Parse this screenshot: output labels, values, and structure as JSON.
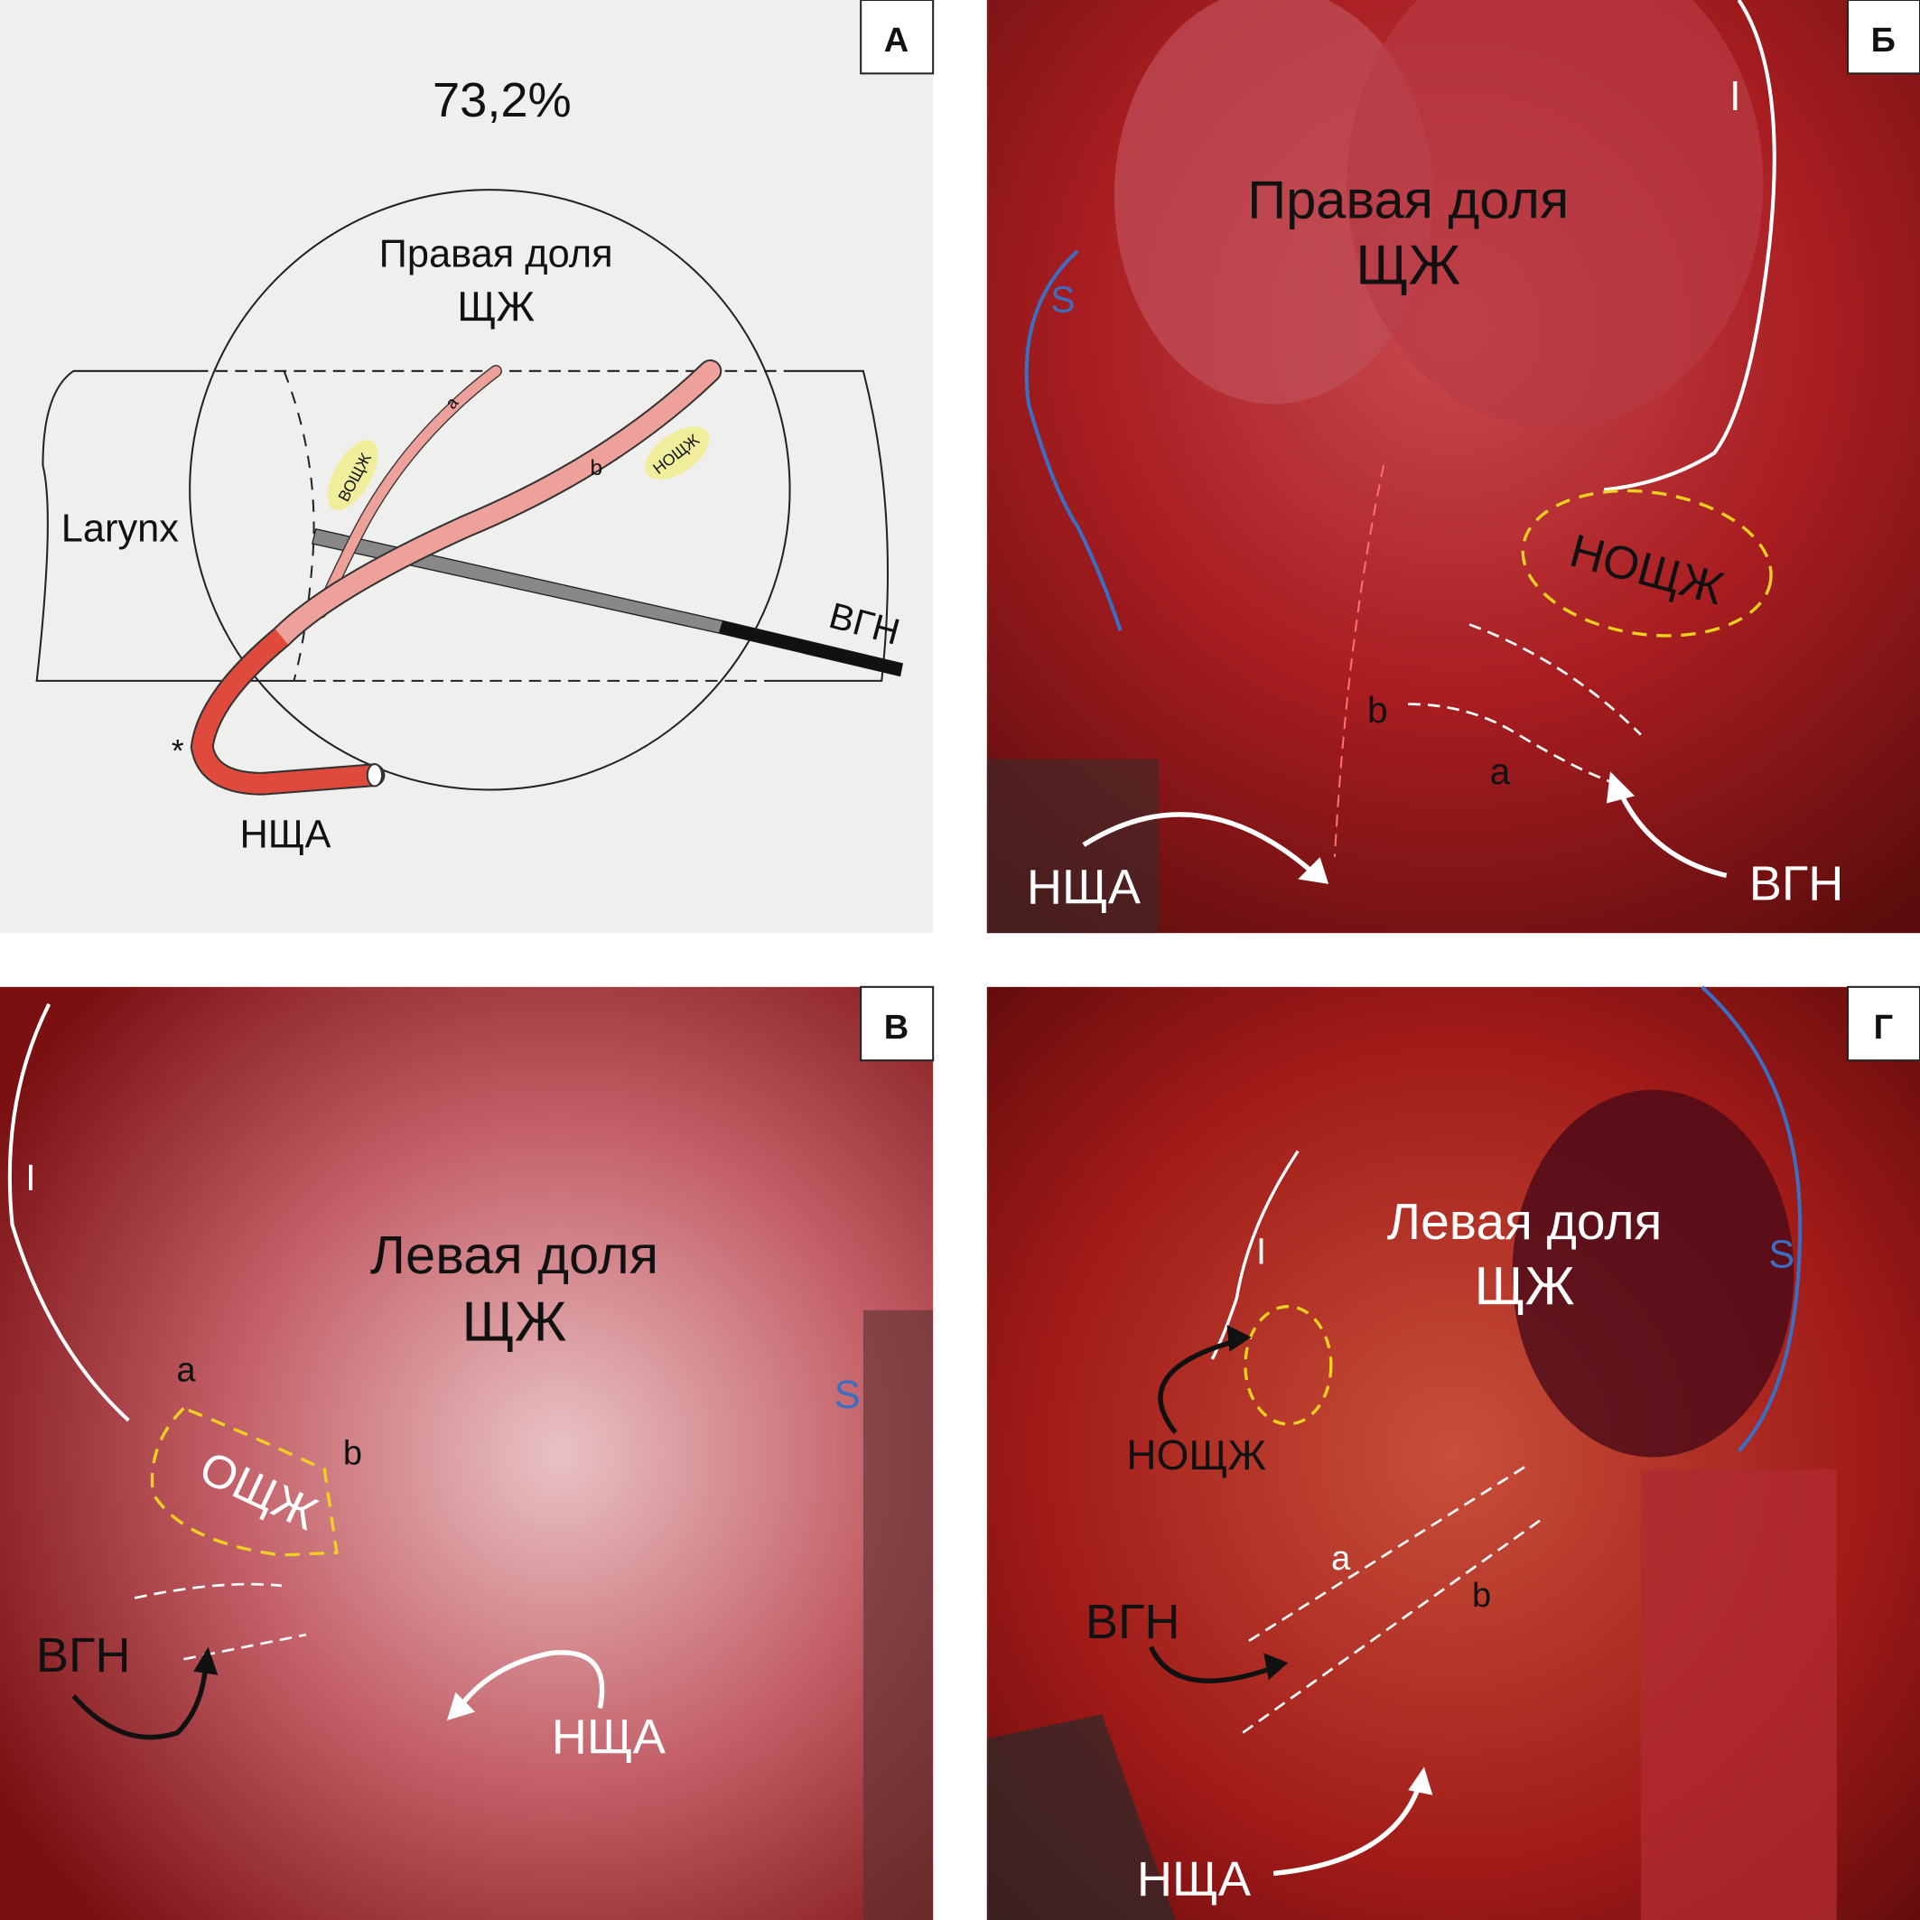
{
  "panels": {
    "A": {
      "letter": "А",
      "percent": "73,2%",
      "lobe_line1": "Правая доля",
      "lobe_line2": "ЩЖ",
      "larynx": "Larynx",
      "nerve": "ВГН",
      "artery": "НЩА",
      "branch_a": "a",
      "branch_b": "b",
      "upper_gland": "ВОЩЖ",
      "lower_gland": "НОЩЖ",
      "asterisk": "*"
    },
    "B": {
      "letter": "Б",
      "lobe_line1": "Правая доля",
      "lobe_line2": "ЩЖ",
      "gland": "НОЩЖ",
      "nerve": "ВГН",
      "artery": "НЩА",
      "branch_a": "a",
      "branch_b": "b",
      "pole_s": "S",
      "pole_i": "I"
    },
    "C": {
      "letter": "В",
      "lobe_line1": "Левая доля",
      "lobe_line2": "ЩЖ",
      "gland": "ОЩЖ",
      "nerve": "ВГН",
      "artery": "НЩА",
      "branch_a": "a",
      "branch_b": "b",
      "pole_s": "S",
      "pole_i": "I"
    },
    "D": {
      "letter": "Г",
      "lobe_line1": "Левая доля",
      "lobe_line2": "ЩЖ",
      "gland": "НОЩЖ",
      "nerve": "ВГН",
      "artery": "НЩА",
      "branch_a": "a",
      "branch_b": "b",
      "pole_s": "S",
      "pole_i": "I"
    }
  },
  "colors": {
    "artery": "#e04a3c",
    "artery_light": "#eea19a",
    "pole_s": "#3a6fc4",
    "gland_outline": "#f0d020"
  }
}
